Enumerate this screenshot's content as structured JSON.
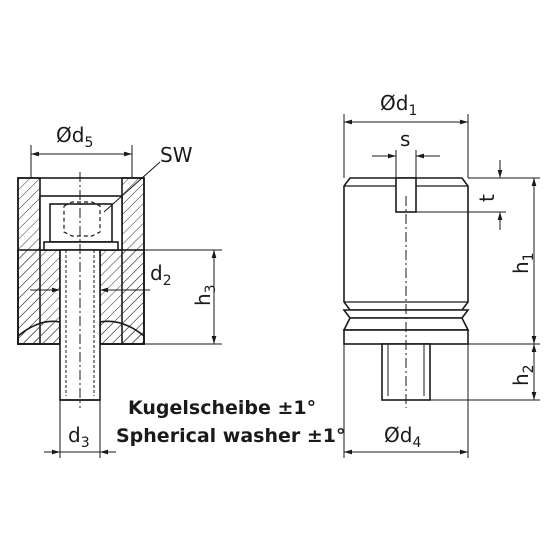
{
  "figure": {
    "left_view": {
      "dims": {
        "d5": {
          "symbol": "Ød",
          "sub": "5"
        },
        "sw": "SW",
        "d2": {
          "symbol": "d",
          "sub": "2"
        },
        "h3": {
          "symbol": "h",
          "sub": "3"
        },
        "d3": {
          "symbol": "d",
          "sub": "3"
        }
      },
      "caption_de": "Kugelscheibe ±1°",
      "caption_en": "Spherical washer ±1°"
    },
    "right_view": {
      "dims": {
        "d1": {
          "symbol": "Ød",
          "sub": "1"
        },
        "s": "s",
        "t": "t",
        "h1": {
          "symbol": "h",
          "sub": "1"
        },
        "h2": {
          "symbol": "h",
          "sub": "2"
        },
        "d4": {
          "symbol": "Ød",
          "sub": "4"
        }
      }
    },
    "colors": {
      "line": "#1a1a1a",
      "hatch": "#333333"
    }
  }
}
